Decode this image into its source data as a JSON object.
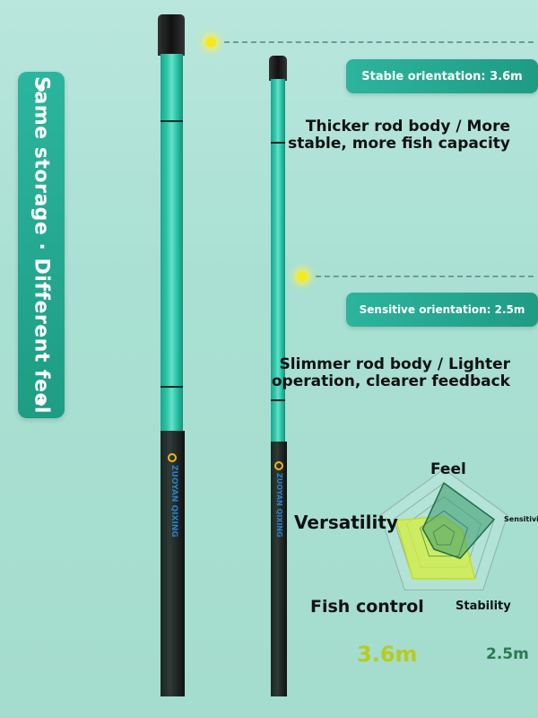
{
  "side_banner": {
    "text": "Same storage · Different feel"
  },
  "rods": {
    "left": {
      "brand": "ZUOYAN QIXING"
    },
    "right": {
      "brand": "ZUOYAN QIXING"
    }
  },
  "callouts": {
    "stable": {
      "badge": "Stable orientation: 3.6m",
      "line1": "Thicker rod body / More",
      "line2": "stable, more fish capacity"
    },
    "sensitive": {
      "badge": "Sensitive orientation: 2.5m",
      "line1": "Slimmer rod body / Lighter",
      "line2": "operation, clearer feedback"
    }
  },
  "radar": {
    "axes": [
      "Feel",
      "Sensitivity",
      "Stability",
      "Fish control",
      "Versatility"
    ],
    "series": [
      {
        "values": [
          0.35,
          0.35,
          0.95,
          0.95,
          0.9
        ],
        "color": "#d6ef3a"
      },
      {
        "values": [
          0.95,
          0.95,
          0.5,
          0.3,
          0.4
        ],
        "color": "#3a9a6e"
      }
    ]
  },
  "lengths": {
    "long": "3.6m",
    "short": "2.5m"
  },
  "colors": {
    "accent_teal": "#26a991",
    "yellow_green": "#b8cc1c",
    "dark_green": "#2e7a52"
  }
}
